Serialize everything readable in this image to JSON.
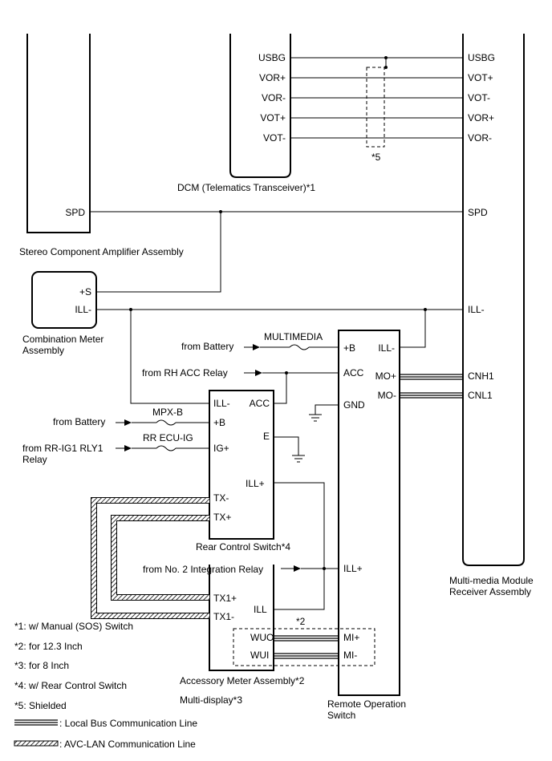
{
  "components": {
    "amplifier": {
      "label": "Stereo Component Amplifier Assembly",
      "pins": {
        "spd": "SPD"
      }
    },
    "dcm": {
      "label": "DCM (Telematics Transceiver)*1",
      "pins": [
        "USBG",
        "VOR+",
        "VOR-",
        "VOT+",
        "VOT-"
      ]
    },
    "receiver": {
      "label_line1": "Multi-media Module",
      "label_line2": "Receiver Assembly",
      "pins": {
        "usbg": "USBG",
        "vot_plus": "VOT+",
        "vot_minus": "VOT-",
        "vor_plus": "VOR+",
        "vor_minus": "VOR-",
        "spd": "SPD",
        "ill_minus": "ILL-",
        "cnh1": "CNH1",
        "cnl1": "CNL1"
      }
    },
    "combination_meter": {
      "label_line1": "Combination Meter",
      "label_line2": "Assembly",
      "pins": {
        "s_plus": "+S",
        "ill_minus": "ILL-"
      }
    },
    "remote_switch": {
      "label_line1": "Remote Operation",
      "label_line2": "Switch",
      "pins": {
        "b_plus": "+B",
        "ill_minus": "ILL-",
        "acc": "ACC",
        "gnd": "GND",
        "mo_plus": "MO+",
        "mo_minus": "MO-",
        "ill_plus": "ILL+",
        "mi_plus": "MI+",
        "mi_minus": "MI-"
      }
    },
    "rear_control": {
      "label": "Rear Control Switch*4",
      "pins": {
        "ill_minus": "ILL-",
        "acc": "ACC",
        "b_plus": "+B",
        "e": "E",
        "ig_plus": "IG+",
        "ill_plus": "ILL+",
        "tx_minus": "TX-",
        "tx_plus": "TX+"
      }
    },
    "accessory_meter": {
      "label": "Accessory Meter Assembly*2",
      "label2": "Multi-display*3",
      "pins": {
        "tx1_plus": "TX1+",
        "tx1_minus": "TX1-",
        "ill": "ILL",
        "wuo": "WUO",
        "wui": "WUI"
      }
    }
  },
  "sources": {
    "battery_remote": "from Battery",
    "rh_acc": "from RH ACC Relay",
    "battery_rear": "from Battery",
    "rr_ig1_line1": "from RR-IG1 RLY1",
    "rr_ig1_line2": "Relay",
    "integration": "from No. 2 Integration Relay"
  },
  "fuses": {
    "multimedia": "MULTIMEDIA",
    "mpx_b": "MPX-B",
    "rr_ecu_ig": "RR ECU-IG"
  },
  "shield_marks": {
    "shield_ref": "*5",
    "mark_2": "*2"
  },
  "notes": [
    "*1: w/ Manual (SOS) Switch",
    "*2: for 12.3 Inch",
    "*3: for 8 Inch",
    "*4: w/ Rear Control Switch",
    "*5: Shielded"
  ],
  "legend": {
    "local_bus": ": Local Bus Communication Line",
    "avc_lan": ": AVC-LAN Communication Line"
  }
}
